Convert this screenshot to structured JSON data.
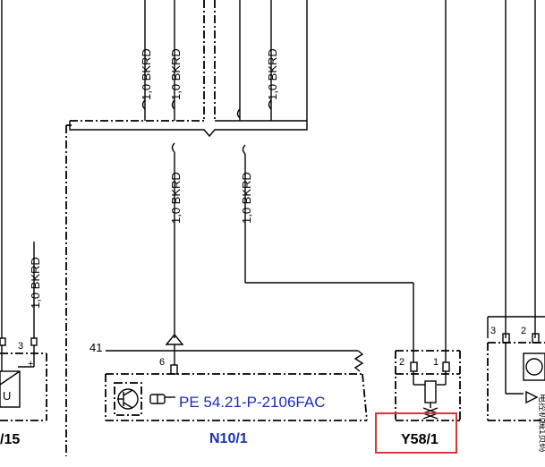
{
  "wires": {
    "top_left_1": "1,0 BKRD",
    "top_left_2": "1,0 BKRD",
    "top_right_1": "1,0 BKRD",
    "mid_1": "1,0 BKRD",
    "mid_2": "1,0 BKRD",
    "left": "1,0 BKRD"
  },
  "left_block": {
    "pin_3": "3",
    "plus": "+",
    "u_label": "U",
    "partial_name": "/15"
  },
  "n10": {
    "pin_41": "41",
    "pin_6": "6",
    "ref_code": "PE 54.21-P-2106FAC",
    "name": "N10/1"
  },
  "y58": {
    "pin_2": "2",
    "pin_1": "1",
    "name": "Y58/1"
  },
  "right_block": {
    "pin_3": "3",
    "pin_2": "2",
    "vertical_text": "电控机械1页码"
  },
  "colors": {
    "ink": "#000000",
    "link_blue": "#1a2fb8",
    "highlight_red": "#d9363e"
  }
}
